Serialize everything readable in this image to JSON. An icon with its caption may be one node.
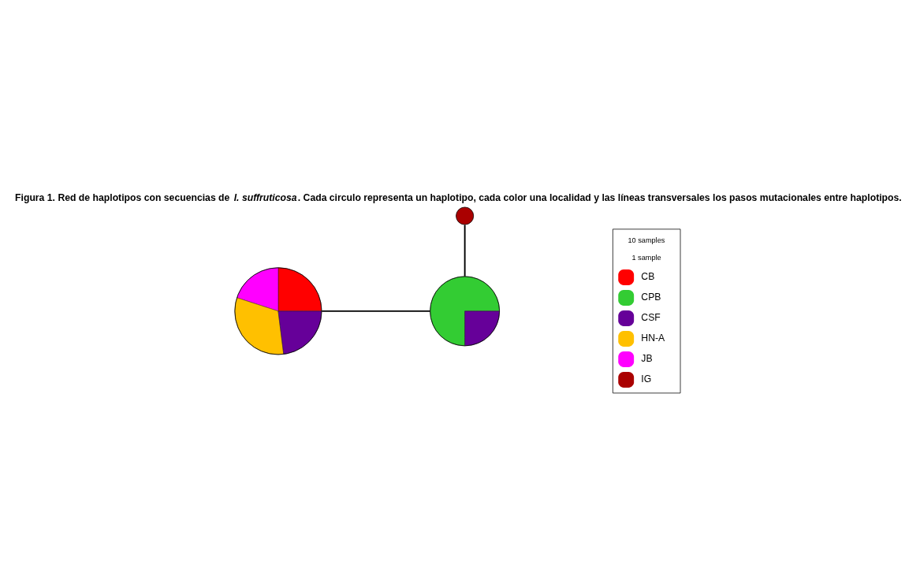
{
  "diagram": {
    "caption": "Figura 1. Red de haplotipos con secuencias de *I. suffruticosa*. Cada circulo representa un haplotipo, cada color una localidad y las líneas transversales los pasos mutacionales entre haplotipos.",
    "nodes": [
      {
        "text": [],
        "shape": "circle"
      },
      {
        "text": [],
        "shape": "circle"
      },
      {
        "text": [],
        "shape": "circle"
      }
    ],
    "edges": [
      {
        "from": 1,
        "to": 2,
        "arrow": "none"
      },
      {
        "from": 2,
        "to": 0,
        "arrow": "none"
      }
    ],
    "labels": [
      "10 samples",
      "1 sample"
    ],
    "legend": [
      {
        "text": "CB",
        "color": "#ff0000"
      },
      {
        "text": "CPB",
        "color": "#33cc33"
      },
      {
        "text": "CSF",
        "color": "#660099"
      },
      {
        "text": "HN-A",
        "color": "#ffc000"
      },
      {
        "text": "JB",
        "color": "#ff00ff"
      },
      {
        "text": "IG",
        "color": "#aa0000"
      }
    ]
  }
}
